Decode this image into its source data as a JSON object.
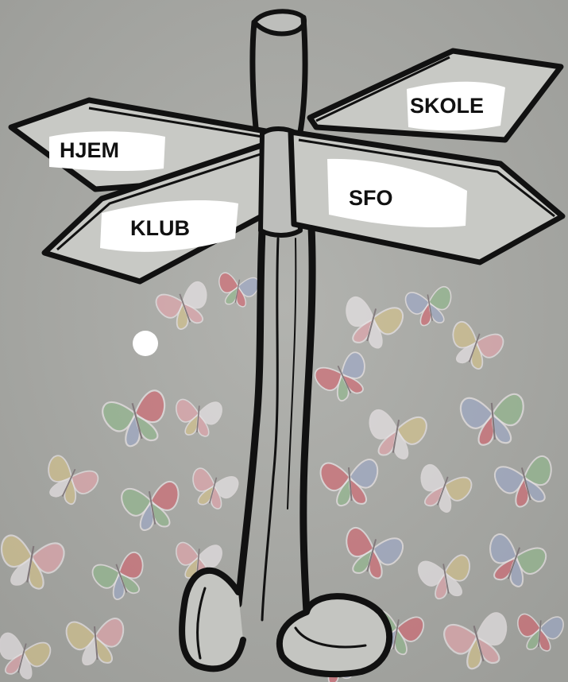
{
  "signs": {
    "hjem": "HJEM",
    "klub": "KLUB",
    "skole": "SKOLE",
    "sfo": "SFO"
  },
  "colors": {
    "background": "#a9aaa6",
    "outline": "#111111",
    "sign_fill": "#ffffff",
    "butterfly_palette": [
      "#e8a5ad",
      "#d5606c",
      "#f1ecef",
      "#9ca9c9",
      "#d8c489",
      "#8fb98a"
    ]
  },
  "decor": {
    "background_motif": "pastel-butterflies",
    "main_figure": "signpost"
  }
}
